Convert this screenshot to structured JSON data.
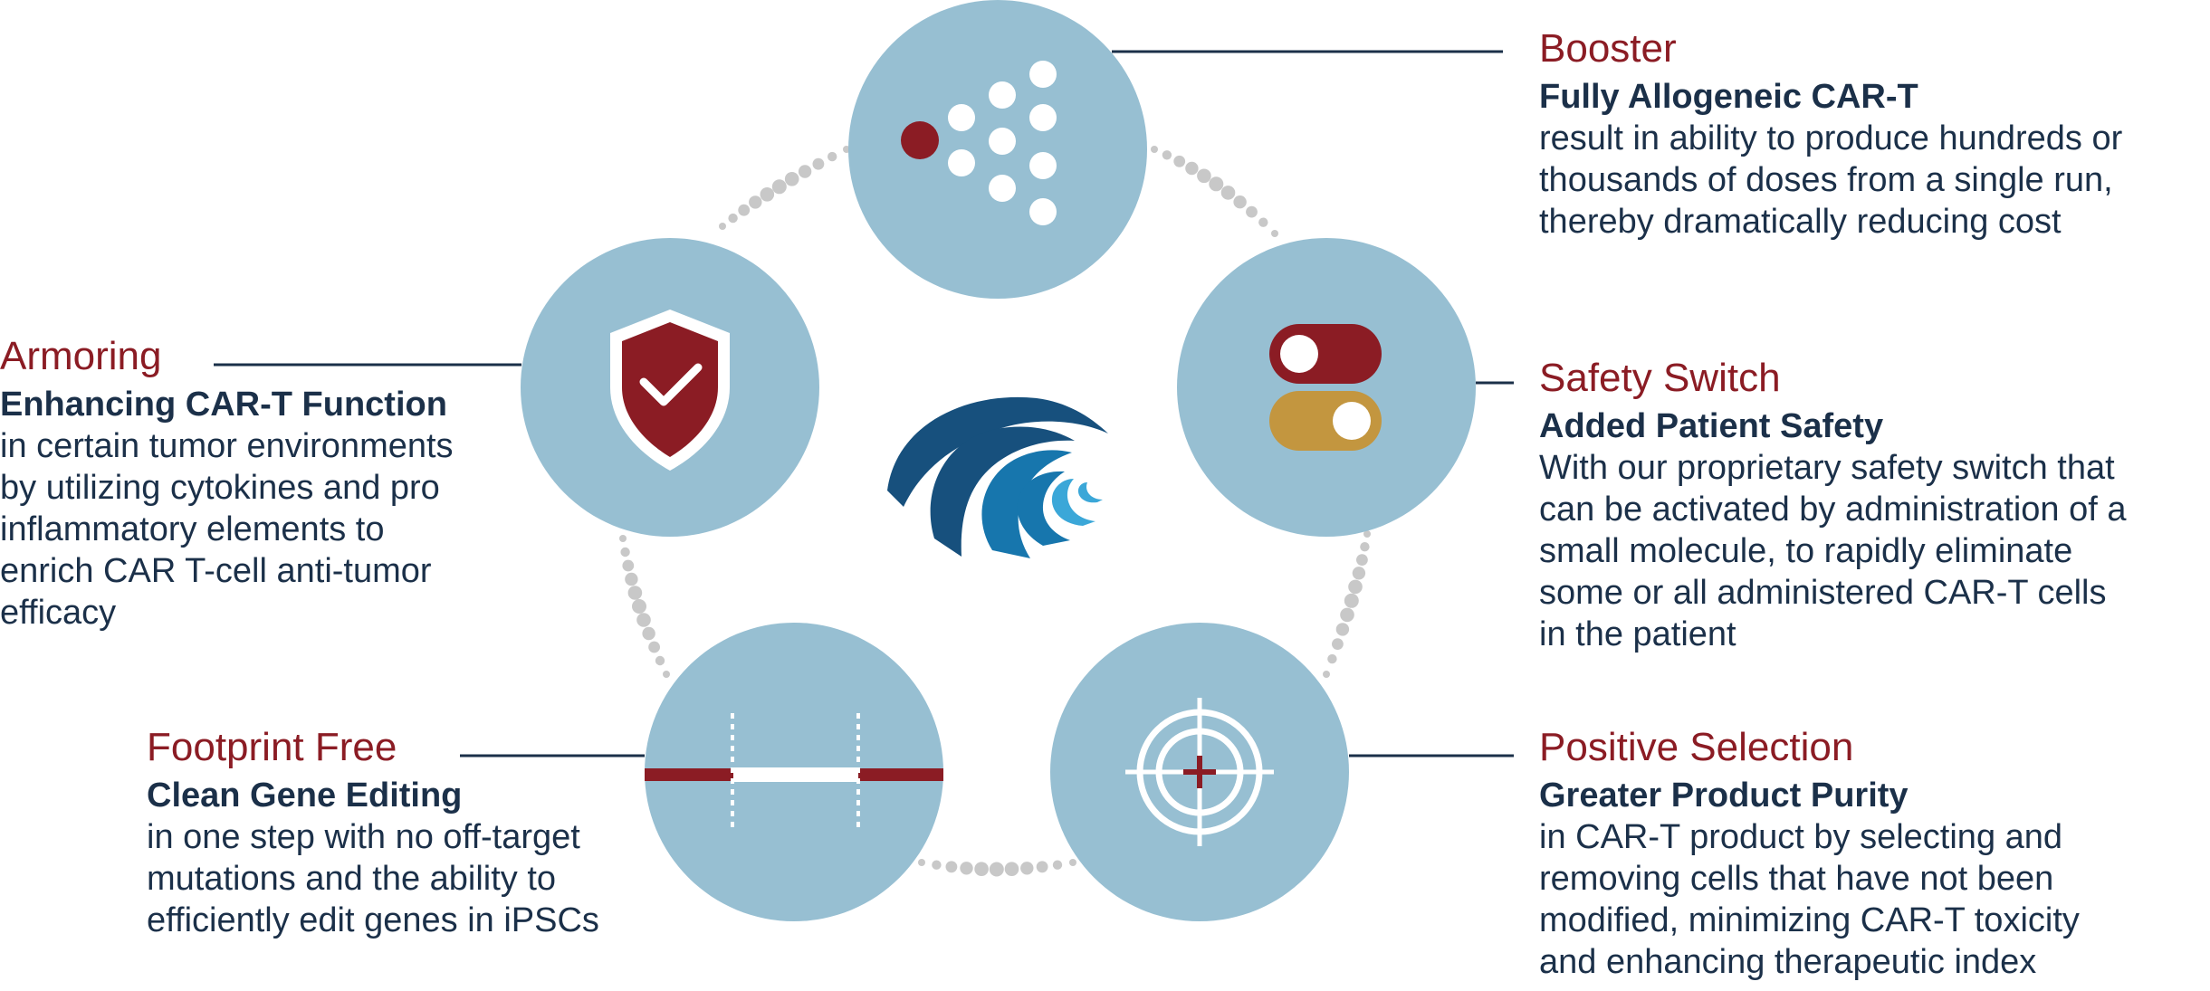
{
  "colors": {
    "circle": "#97bfd2",
    "accent_red": "#8b1c24",
    "accent_gold": "#c3963f",
    "text_dark": "#1b3049",
    "dots": "#c8c8c8",
    "logo_dark": "#17507d",
    "logo_mid": "#1776ad",
    "logo_light": "#3ba7d8"
  },
  "icons": {
    "booster": "dot-array-icon",
    "safety": "toggle-switch-icon",
    "selection": "target-crosshair-icon",
    "footprint": "gene-edit-icon",
    "armoring": "shield-check-icon",
    "center": "company-logo"
  },
  "features": {
    "booster": {
      "title": "Booster",
      "subtitle": "Fully Allogeneic CAR-T",
      "lines": [
        "result in ability to produce hundreds or",
        "thousands of doses from a single run,",
        "thereby dramatically reducing cost"
      ]
    },
    "safety": {
      "title": "Safety Switch",
      "subtitle": "Added Patient Safety",
      "lines": [
        "With our proprietary safety switch that",
        "can be activated by administration of a",
        "small molecule, to rapidly eliminate",
        "some or all administered CAR-T cells",
        "in the patient"
      ]
    },
    "selection": {
      "title": "Positive Selection",
      "subtitle": "Greater Product Purity",
      "lines": [
        "in CAR-T product by selecting and",
        "removing cells that have not been",
        "modified, minimizing CAR-T toxicity",
        "and enhancing therapeutic index"
      ]
    },
    "footprint": {
      "title": "Footprint Free",
      "subtitle": "Clean Gene Editing",
      "lines": [
        "in one step with no off-target",
        "mutations and the ability to",
        "efficiently edit genes in iPSCs"
      ]
    },
    "armoring": {
      "title": "Armoring",
      "subtitle": "Enhancing CAR-T Function",
      "lines": [
        "in certain tumor environments",
        "by utilizing cytokines and pro",
        "inflammatory elements to",
        "enrich CAR T-cell anti-tumor",
        "efficacy"
      ]
    }
  }
}
